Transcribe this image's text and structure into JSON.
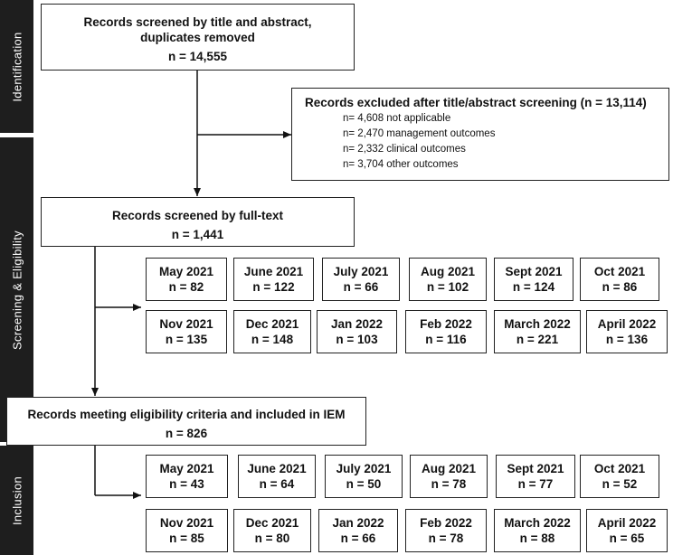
{
  "sidebar": {
    "identification": "Identification",
    "screening": "Screening & Eligibility",
    "inclusion": "Inclusion"
  },
  "records_screened_title": {
    "line1": "Records screened by title and abstract,",
    "line2": "duplicates removed",
    "count": "n = 14,555"
  },
  "excluded": {
    "title": "Records excluded after title/abstract screening (n = 13,114)",
    "items": [
      "n= 4,608 not applicable",
      "n= 2,470 management outcomes",
      "n= 2,332 clinical outcomes",
      "n= 3,704 other outcomes"
    ]
  },
  "fulltext": {
    "title": "Records screened by full-text",
    "count": "n = 1,441"
  },
  "fulltext_months": [
    {
      "month": "May 2021",
      "n": "n = 82"
    },
    {
      "month": "June 2021",
      "n": "n = 122"
    },
    {
      "month": "July 2021",
      "n": "n = 66"
    },
    {
      "month": "Aug 2021",
      "n": "n = 102"
    },
    {
      "month": "Sept 2021",
      "n": "n = 124"
    },
    {
      "month": "Oct 2021",
      "n": "n = 86"
    },
    {
      "month": "Nov 2021",
      "n": "n = 135"
    },
    {
      "month": "Dec 2021",
      "n": "n = 148"
    },
    {
      "month": "Jan 2022",
      "n": "n = 103"
    },
    {
      "month": "Feb 2022",
      "n": "n = 116"
    },
    {
      "month": "March 2022",
      "n": "n = 221"
    },
    {
      "month": "April 2022",
      "n": "n = 136"
    }
  ],
  "eligible": {
    "title": "Records meeting eligibility criteria and included in IEM",
    "count": "n = 826"
  },
  "included_months": [
    {
      "month": "May 2021",
      "n": "n = 43"
    },
    {
      "month": "June 2021",
      "n": "n = 64"
    },
    {
      "month": "July 2021",
      "n": "n = 50"
    },
    {
      "month": "Aug 2021",
      "n": "n = 78"
    },
    {
      "month": "Sept 2021",
      "n": "n = 77"
    },
    {
      "month": "Oct 2021",
      "n": "n = 52"
    },
    {
      "month": "Nov 2021",
      "n": "n = 85"
    },
    {
      "month": "Dec 2021",
      "n": "n = 80"
    },
    {
      "month": "Jan 2022",
      "n": "n = 66"
    },
    {
      "month": "Feb 2022",
      "n": "n = 78"
    },
    {
      "month": "March 2022",
      "n": "n = 88"
    },
    {
      "month": "April 2022",
      "n": "n = 65"
    }
  ]
}
